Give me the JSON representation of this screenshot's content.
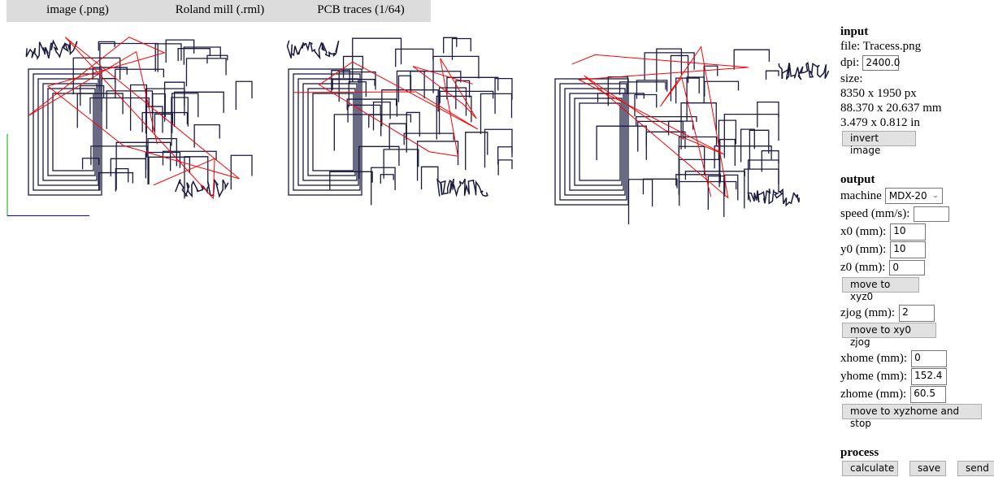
{
  "tabs": [
    {
      "label": "image (.png)"
    },
    {
      "label": "Roland mill (.rml)"
    },
    {
      "label": "PCB traces (1/64)"
    }
  ],
  "input": {
    "title": "input",
    "file_label": "file:",
    "file": "Tracess.png",
    "dpi_label": "dpi:",
    "dpi": "2400.0",
    "size_label": "size:",
    "size_px": "8350 x 1950 px",
    "size_mm": "88.370 x 20.637 mm",
    "size_in": "3.479 x 0.812 in",
    "invert_label": "invert image"
  },
  "output": {
    "title": "output",
    "machine_label": "machine",
    "machine": "MDX-20",
    "speed_label": "speed (mm/s):",
    "speed": "",
    "x0_label": "x0 (mm):",
    "x0": "10",
    "y0_label": "y0 (mm):",
    "y0": "10",
    "z0_label": "z0 (mm):",
    "z0": "0",
    "move_xyz0": "move to xyz0",
    "zjog_label": "zjog (mm):",
    "zjog": "2",
    "move_xy0": "move to xy0 zjog",
    "xhome_label": "xhome (mm):",
    "xhome": "0",
    "yhome_label": "yhome (mm):",
    "yhome": "152.4",
    "zhome_label": "zhome (mm):",
    "zhome": "60.5",
    "move_home": "move to xyzhome and stop"
  },
  "process": {
    "title": "process",
    "calculate": "calculate",
    "save": "save",
    "send": "send"
  },
  "colors": {
    "path": "#1a1a40",
    "move": "#ff0000",
    "x_axis": "#0000ff",
    "y_axis": "#00aa00"
  }
}
